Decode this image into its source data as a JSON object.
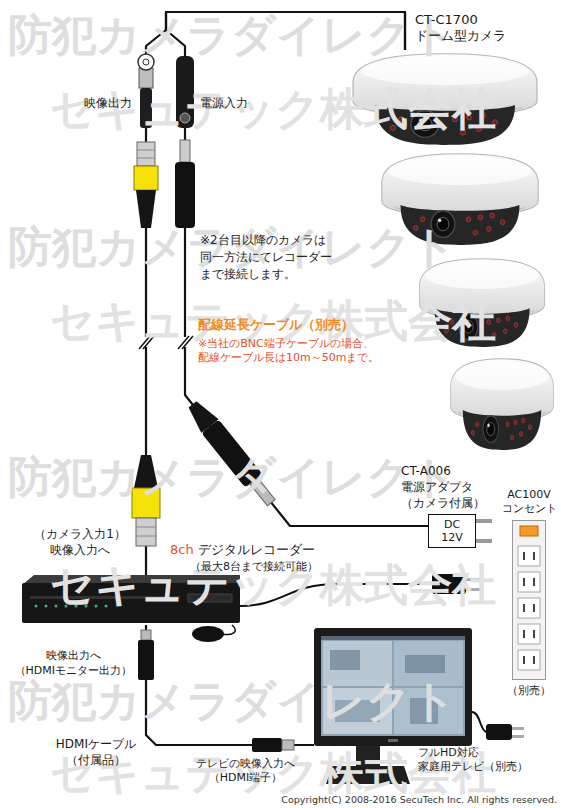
{
  "diagram": {
    "nodes": [
      {
        "text": [
          "CT-C1700 ドーム型カメラ"
        ]
      },
      {
        "text": [
          "CT-A006 電源アダプタ （カメラ付属）",
          "DC 12V"
        ]
      },
      {
        "text": [
          "AC100V コンセント",
          "（別売）"
        ]
      },
      {
        "text": [
          "8ch デジタルレコーダー",
          "（最大8台まで接続可能）"
        ]
      },
      {
        "text": [
          "フルHD対応 家庭用テレビ（別売）"
        ]
      }
    ],
    "edges": [
      {
        "from": 0,
        "to": 3,
        "arrow": "none"
      },
      {
        "from": 0,
        "to": 1,
        "arrow": "none"
      },
      {
        "from": 3,
        "to": 4,
        "arrow": "none"
      }
    ],
    "labels": [
      "映像出力",
      "電源入力",
      "※2台目以降のカメラは 同一方法にてレコーダー まで接続します。",
      "配線延長ケーブル（別売）",
      "※当社のBNC端子ケーブルの場合、 配線ケーブル長は10m～50mまで。",
      "（カメラ入力1） 映像入力へ",
      "映像出力へ （HDMIモニター出力）",
      "HDMIケーブル （付属品）",
      "テレビの映像入力へ （HDMI端子）",
      "Copyright(C) 2008-2016 SecuTech Inc. All rights reserved.",
      "防犯カメラダイレクト",
      "セキュテック株式会社",
      "防犯カメラダイレクト",
      "セキュテック株式会社",
      "防犯カメラダイレクト",
      "セキュテック株式会社",
      "防犯カメラダイレクト",
      "セキュテック株式会社"
    ]
  }
}
